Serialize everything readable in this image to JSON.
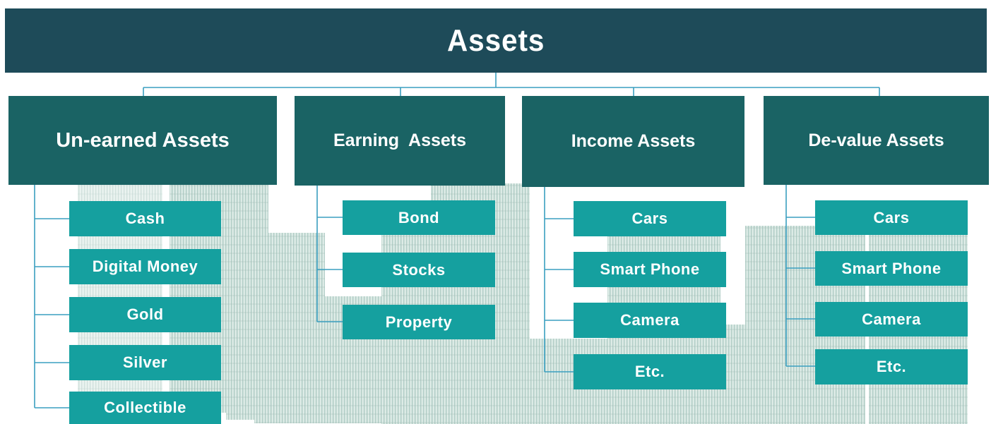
{
  "title": "Assets",
  "categories": [
    {
      "label": "Un-earned Assets",
      "items": [
        "Cash",
        "Digital Money",
        "Gold",
        "Silver",
        "Collectible"
      ]
    },
    {
      "label": "Earning  Assets",
      "items": [
        "Bond",
        "Stocks",
        "Property"
      ]
    },
    {
      "label": "Income Assets",
      "items": [
        "Cars",
        "Smart Phone",
        "Camera",
        "Etc."
      ]
    },
    {
      "label": "De-value Assets",
      "items": [
        "Cars",
        "Smart Phone",
        "Camera",
        "Etc."
      ]
    }
  ],
  "colors": {
    "title_bg": "#1e4b59",
    "category_bg": "#1a6364",
    "item_bg": "#15a09f",
    "connector": "#3a9fc0",
    "coin_tint": "#8fbcae"
  }
}
